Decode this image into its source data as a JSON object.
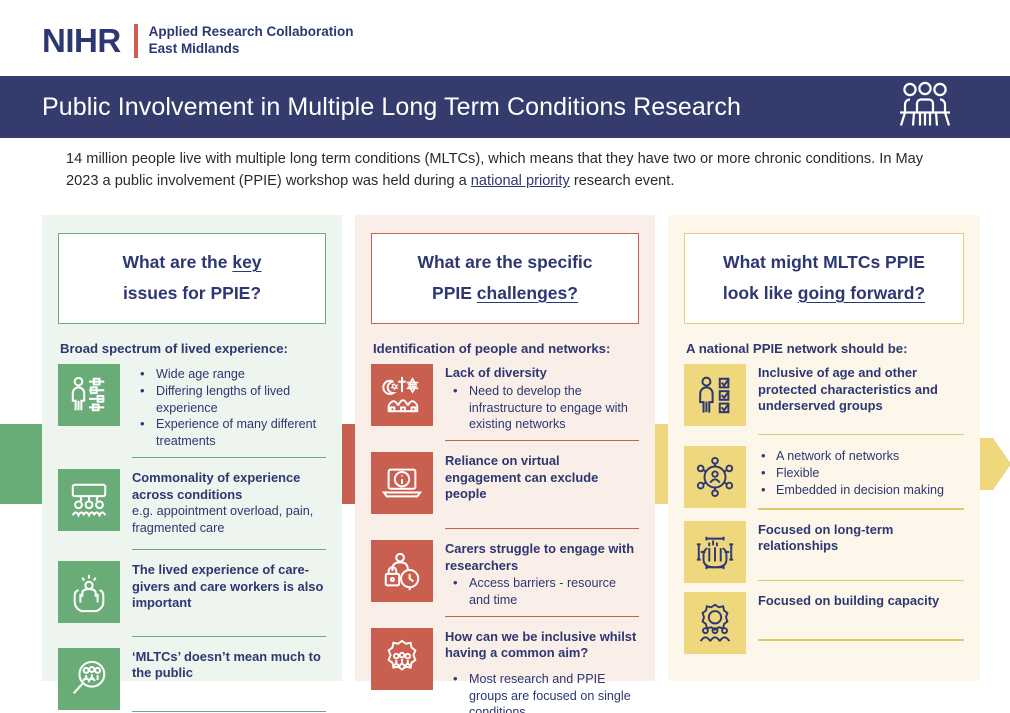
{
  "logo": {
    "acronym": "NIHR",
    "line1": "Applied Research Collaboration",
    "line2": "East Midlands",
    "accent_color": "#cf5c4c",
    "navy": "#2d3771"
  },
  "banner": {
    "title": "Public Involvement in Multiple Long Term Conditions Research",
    "background": "#343c6e",
    "icon": "people-at-table-icon"
  },
  "intro": {
    "before_link": "14 million people live with multiple long term conditions (MLTCs), which means that they have two or more chronic conditions. In May 2023 a public involvement (PPIE) workshop was held during a ",
    "link": "national priority",
    "after_link": " research event."
  },
  "columns": [
    {
      "id": "key-issues",
      "accent": "#6aac77",
      "background": "#eef4ee",
      "heading_line1": "What are the ",
      "heading_underline1": "key",
      "heading_line2_pre": "issues for PPIE?",
      "subheading": "Broad spectrum of lived experience:",
      "items": [
        {
          "icon": "person-settings-sliders-icon",
          "title": "",
          "note": "",
          "bullets": [
            "Wide age range",
            "Differing lengths of lived experience",
            "Experience of many different treatments"
          ]
        },
        {
          "icon": "people-meeting-table-icon",
          "title": "Commonality of experience across conditions",
          "note": "e.g. appointment overload, pain, fragmented care",
          "bullets": []
        },
        {
          "icon": "caring-hands-person-icon",
          "title": "The lived experience of care-givers and care workers is also important",
          "note": "",
          "bullets": []
        },
        {
          "icon": "magnifying-glass-people-icon",
          "title": "‘MLTCs’ doesn’t mean much to the public",
          "note": "",
          "bullets": []
        }
      ]
    },
    {
      "id": "ppie-challenges",
      "accent": "#c9604f",
      "background": "#faeee8",
      "heading_line1": "What are the specific",
      "heading_line2_pre": "PPIE ",
      "heading_underline2": "challenges?",
      "subheading": "Identification of people and networks:",
      "items": [
        {
          "icon": "religious-symbols-diversity-icon",
          "title": "Lack of diversity",
          "note": "",
          "bullets": [
            "Need to develop the infrastructure to engage with existing networks"
          ]
        },
        {
          "icon": "laptop-information-icon",
          "title": "Reliance on virtual engagement can exclude people",
          "note": "",
          "bullets": []
        },
        {
          "icon": "carer-lock-clock-icon",
          "title": "Carers struggle to engage with researchers",
          "note": "",
          "bullets": [
            "Access barriers - resource and time"
          ]
        },
        {
          "icon": "gear-people-icon",
          "title": "How can we be inclusive whilst having a common aim?",
          "note": "",
          "bullets": [
            "Most research and PPIE groups are focused on single conditions"
          ]
        }
      ]
    },
    {
      "id": "going-forward",
      "accent": "#eed77c",
      "background": "#fdf7eb",
      "heading_line1": "What might MLTCs PPIE",
      "heading_line2_pre": "look like ",
      "heading_underline2": "going forward?",
      "subheading": "A national PPIE network should be:",
      "items": [
        {
          "icon": "person-checklist-icon",
          "title": "Inclusive of age and other protected characteristics and underserved groups",
          "note": "",
          "bullets": []
        },
        {
          "icon": "network-nodes-person-icon",
          "title": "",
          "note": "",
          "bullets": [
            "A network of networks",
            "Flexible",
            "Embedded in decision making"
          ]
        },
        {
          "icon": "handshake-hand-icon",
          "title": "Focused on long-term relationships",
          "note": "",
          "bullets": []
        },
        {
          "icon": "gear-capacity-people-icon",
          "title": "Focused on building capacity",
          "note": "",
          "bullets": []
        }
      ]
    }
  ],
  "connectors": {
    "green_block": "#6aac77",
    "red_block": "#c9604f",
    "yellow_block": "#eed77c",
    "right_arrow": "arrow-right-icon"
  }
}
